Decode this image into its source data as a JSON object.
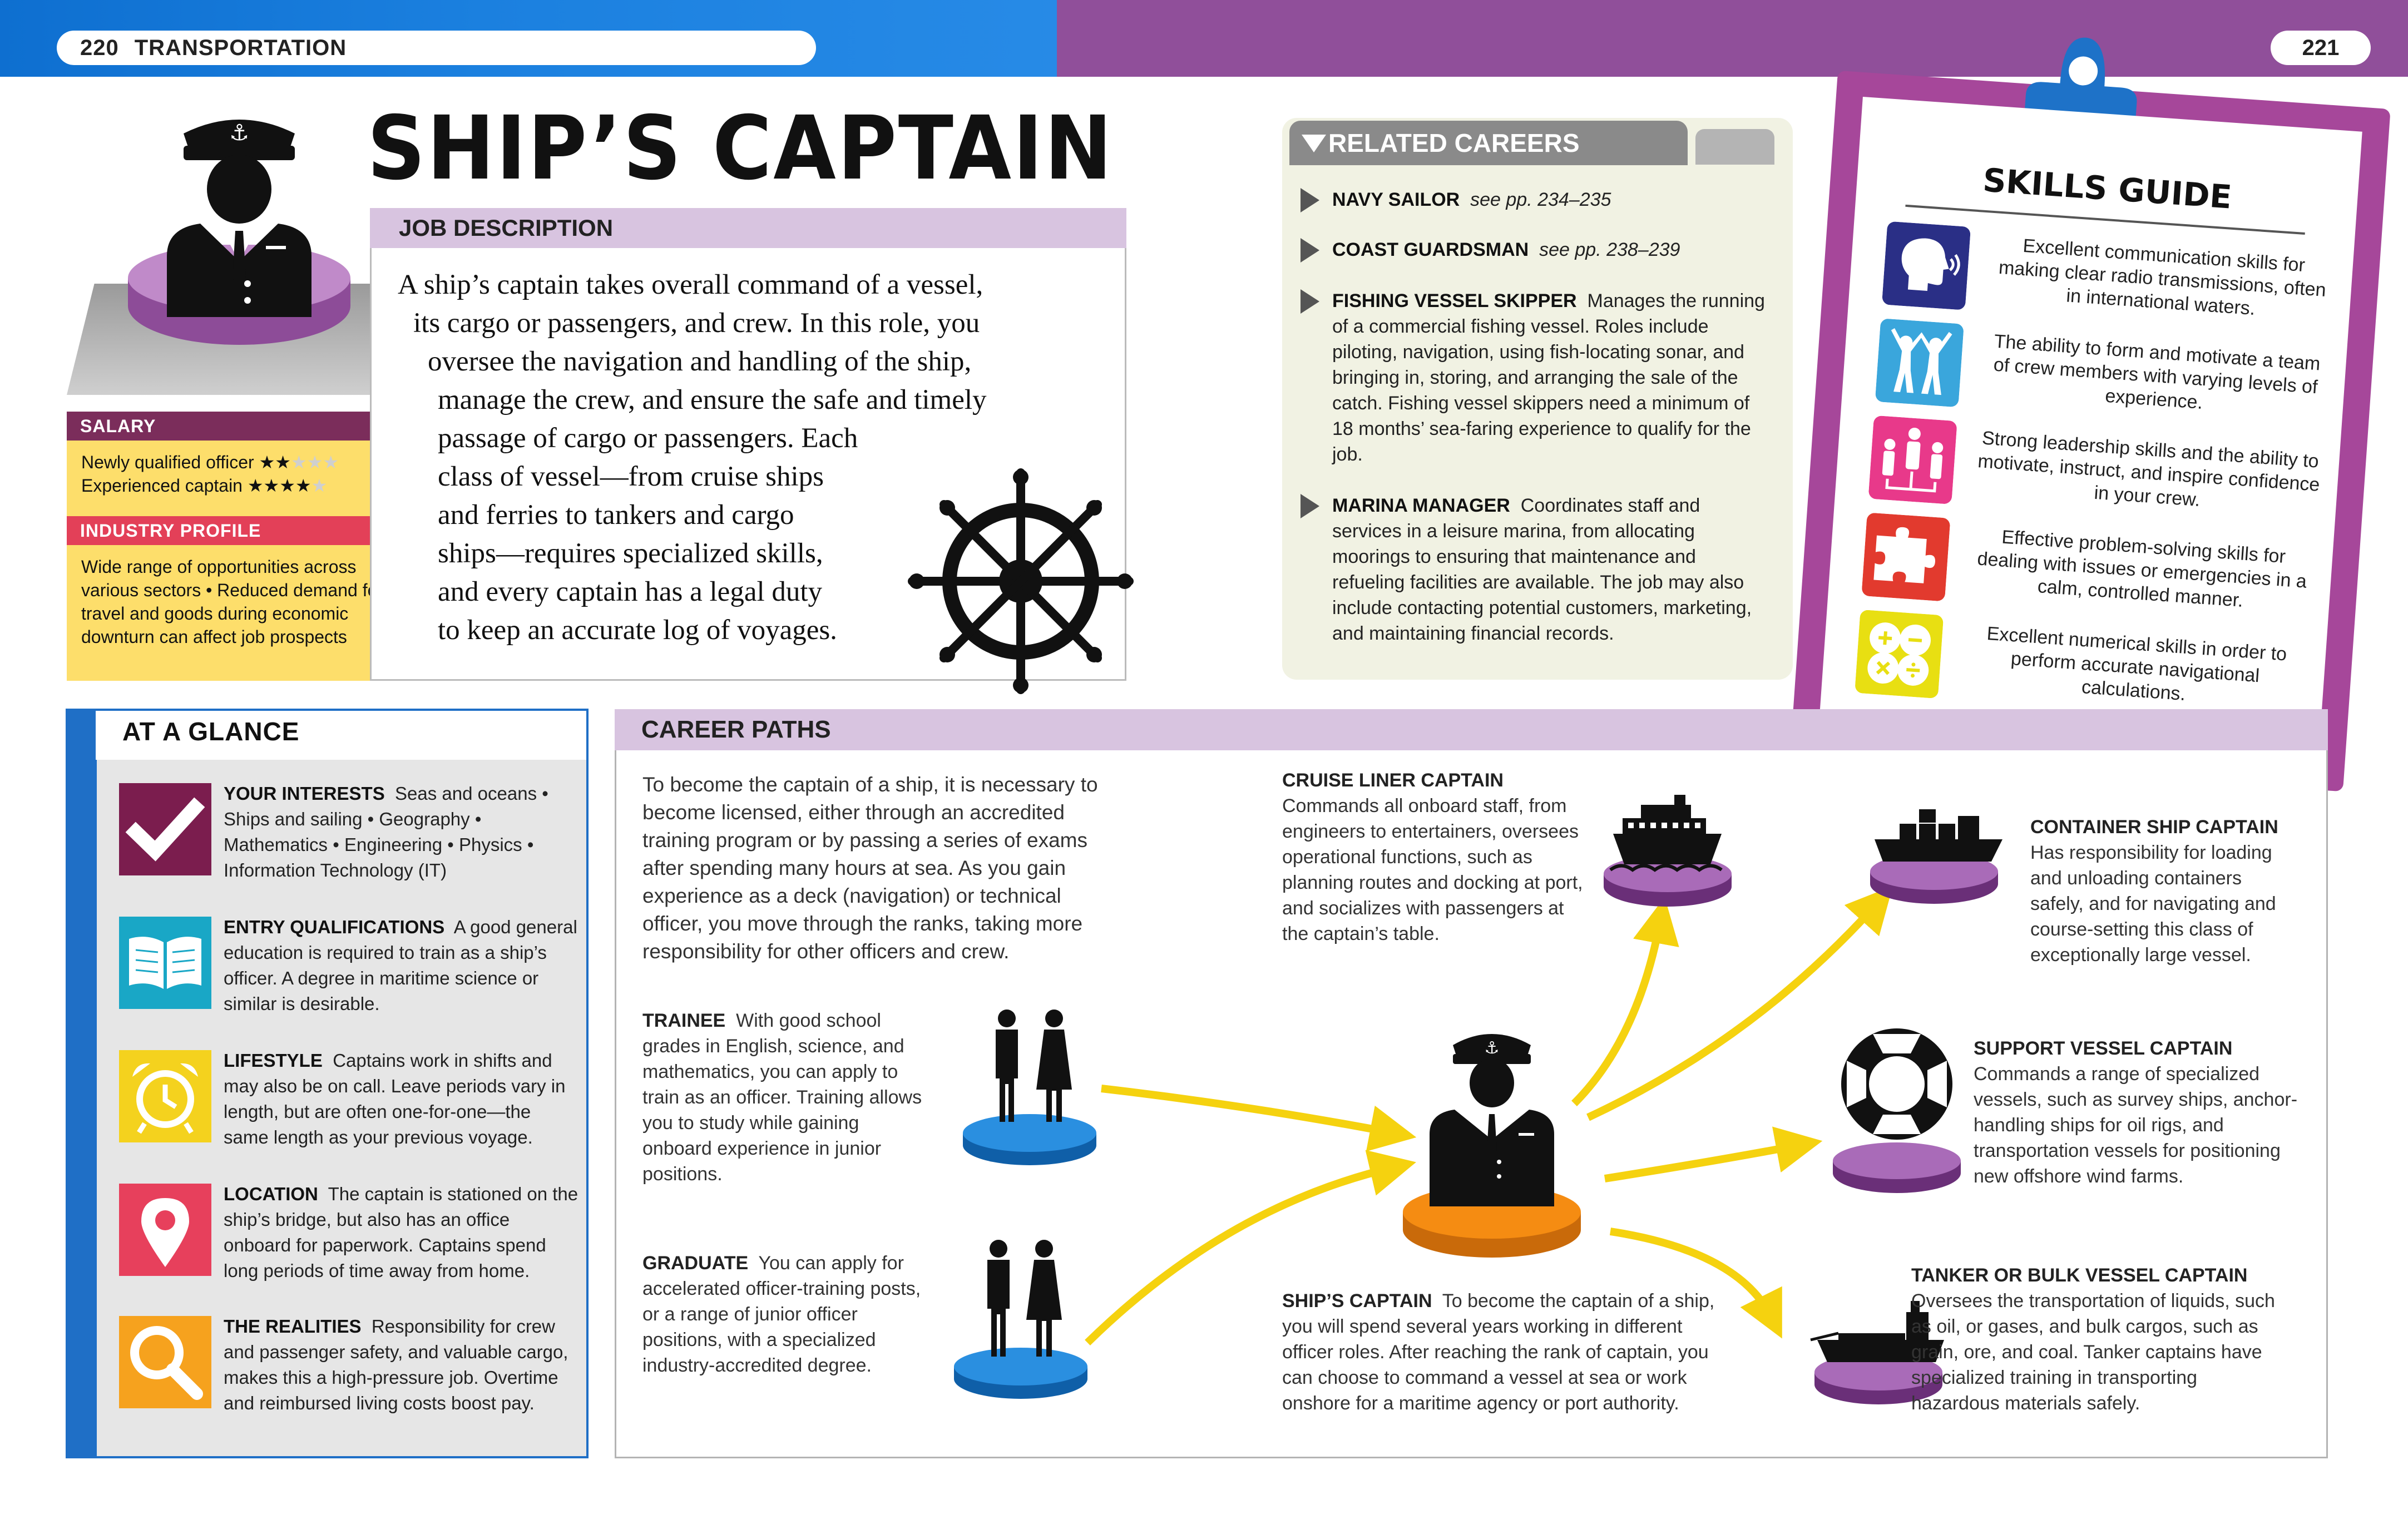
{
  "header": {
    "left_page_number": "220",
    "section": "TRANSPORTATION",
    "right_page_number": "221"
  },
  "title": "SHIP’S CAPTAIN",
  "job_description": {
    "heading": "JOB DESCRIPTION",
    "lines": [
      "A ship’s captain takes overall command of a vessel,",
      "its cargo or passengers, and crew. In this role, you",
      "oversee the navigation and handling of the ship,",
      "manage the crew, and ensure the safe and timely",
      "passage of cargo or passengers. Each",
      "class of vessel—from cruise ships",
      "and ferries to tankers and cargo",
      "ships—requires specialized skills,",
      "and every captain has a legal duty",
      "to keep an accurate log of voyages."
    ]
  },
  "salary": {
    "heading": "SALARY",
    "newly_label": "Newly qualified officer",
    "newly_rating": 2,
    "experienced_label": "Experienced captain",
    "experienced_rating": 4,
    "rating_max": 5,
    "star_filled": "★",
    "star_empty": "★"
  },
  "industry_profile": {
    "heading": "INDUSTRY PROFILE",
    "text": "Wide range of opportunities across various sectors • Reduced demand for travel and goods during economic downturn can affect job prospects"
  },
  "related_careers": {
    "heading": "RELATED CAREERS",
    "items": [
      {
        "title": "NAVY SAILOR",
        "ref": "see pp. 234–235",
        "text": ""
      },
      {
        "title": "COAST GUARDSMAN",
        "ref": "see pp. 238–239",
        "text": ""
      },
      {
        "title": "FISHING VESSEL SKIPPER",
        "ref": "",
        "text": "Manages the running of a commercial fishing vessel. Roles include piloting, navigation, using fish-locating sonar, and bringing in, storing, and arranging the sale of the catch. Fishing vessel skippers need a minimum of 18 months’ sea-faring experience to qualify for the job."
      },
      {
        "title": "MARINA MANAGER",
        "ref": "",
        "text": "Coordinates staff and services in a leisure marina, from allocating moorings to ensuring that maintenance and refueling facilities are available. The job may also include contacting potential customers, marketing, and maintaining financial records."
      }
    ]
  },
  "skills_guide": {
    "heading": "SKILLS GUIDE",
    "items": [
      {
        "icon": "speaking-head-icon",
        "color": "#2a2f86",
        "text": "Excellent communication skills for making clear radio transmissions, often in international waters."
      },
      {
        "icon": "team-icon",
        "color": "#3aa6dc",
        "text": "The ability to form and motivate a team of crew members with varying levels of experience."
      },
      {
        "icon": "leadership-icon",
        "color": "#e8398a",
        "text": "Strong leadership skills and the ability to motivate, instruct, and inspire confidence in your crew."
      },
      {
        "icon": "puzzle-icon",
        "color": "#e23a2e",
        "text": "Effective problem-solving skills for dealing with issues or emergencies in a calm, controlled manner."
      },
      {
        "icon": "math-symbols-icon",
        "color": "#e8df12",
        "text": "Excellent numerical skills in order to perform accurate navigational calculations."
      }
    ]
  },
  "at_a_glance": {
    "heading": "AT A GLANCE",
    "items": [
      {
        "icon": "checkmark-icon",
        "color": "#7b1d4e",
        "title": "YOUR INTERESTS",
        "text": "Seas and oceans • Ships and sailing • Geography • Mathematics • Engineering • Physics • Information Technology (IT)"
      },
      {
        "icon": "open-book-icon",
        "color": "#19a7c6",
        "title": "ENTRY QUALIFICATIONS",
        "text": "A good general education is required to train as a ship’s officer. A degree in maritime science or similar is desirable."
      },
      {
        "icon": "alarm-clock-icon",
        "color": "#f4d21e",
        "title": "LIFESTYLE",
        "text": "Captains work in shifts and may also be on call. Leave periods vary in length, but are often one-for-one—the same length as your previous voyage."
      },
      {
        "icon": "location-pin-icon",
        "color": "#e7405c",
        "title": "LOCATION",
        "text": "The captain is stationed on the ship’s bridge, but also has an office onboard for paperwork. Captains spend long periods of time away from home."
      },
      {
        "icon": "magnifier-icon",
        "color": "#f6a21e",
        "title": "THE REALITIES",
        "text": "Responsibility for crew and passenger safety, and valuable cargo, makes this a high-pressure job. Overtime and reimbursed living costs boost pay."
      }
    ]
  },
  "career_paths": {
    "heading": "CAREER PATHS",
    "intro": "To become the captain of a ship, it is necessary to become licensed, either through an accredited training program or by passing a series of exams after spending many hours at sea. As you gain experience as a deck (navigation) or technical officer, you move through the ranks, taking more responsibility for other officers and crew.",
    "trainee": {
      "title": "TRAINEE",
      "text": "With good school grades in English, science, and mathematics, you can apply to train as an officer. Training allows you to study while gaining onboard experience in junior positions."
    },
    "graduate": {
      "title": "GRADUATE",
      "text": "You can apply for accelerated officer-training posts, or a range of junior officer positions, with a specialized industry-accredited degree."
    },
    "captain": {
      "title": "SHIP’S CAPTAIN",
      "text": "To become the captain of a ship, you will spend several years working in different officer roles. After reaching the rank of captain, you can choose to command a vessel at sea or work onshore for a maritime agency or port authority."
    },
    "cruise": {
      "title": "CRUISE LINER CAPTAIN",
      "text": "Commands all onboard staff, from engineers to entertainers, oversees operational functions, such as planning routes and docking at port, and socializes with passengers at the captain’s table."
    },
    "container": {
      "title": "CONTAINER SHIP CAPTAIN",
      "text": "Has responsibility for loading and unloading containers safely, and for navigating and course-setting this class of exceptionally large vessel."
    },
    "support": {
      "title": "SUPPORT VESSEL CAPTAIN",
      "text": "Commands a range of specialized vessels, such as survey ships, anchor-handling ships for oil rigs, and transportation vessels for positioning new offshore wind farms."
    },
    "tanker": {
      "title": "TANKER OR BULK VESSEL CAPTAIN",
      "text": "Oversees the transportation of liquids, such as oil, or gases, and bulk cargos, such as grain, ore, and coal. Tanker captains have specialized training in transporting hazardous materials safely."
    }
  },
  "colors": {
    "header_blue": "#1b80df",
    "header_purple": "#904f9a",
    "section_lilac": "#d8c4e0",
    "arrow_yellow": "#f5d20f",
    "pedestal_purple": "#a96bb8",
    "pedestal_blue": "#1f7fd0",
    "pedestal_orange": "#f38b10"
  }
}
